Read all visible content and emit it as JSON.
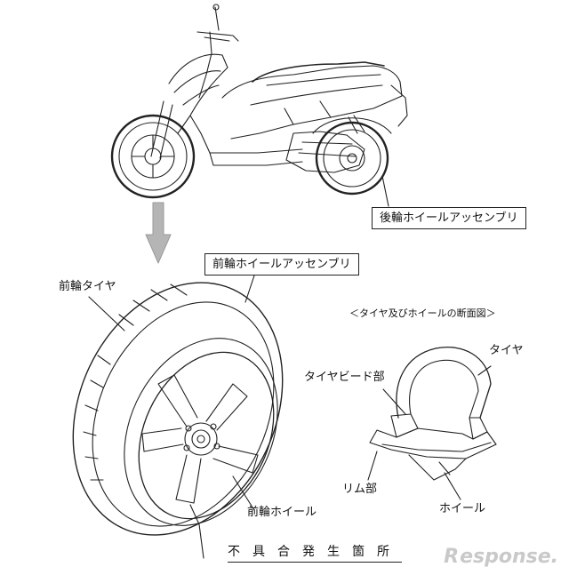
{
  "labels": {
    "rear_wheel_assembly": "後輪ホイールアッセンブリ",
    "front_wheel_assembly": "前輪ホイールアッセンブリ",
    "front_tire": "前輪タイヤ",
    "section_title": "＜タイヤ及びホイールの断面図＞",
    "tire": "タイヤ",
    "tire_bead": "タイヤビード部",
    "rim": "リム部",
    "wheel": "ホイール",
    "front_wheel": "前輪ホイール",
    "defect_location": "不具合発生箇所"
  },
  "watermark": {
    "logo": "R",
    "text": "esponse."
  }
}
